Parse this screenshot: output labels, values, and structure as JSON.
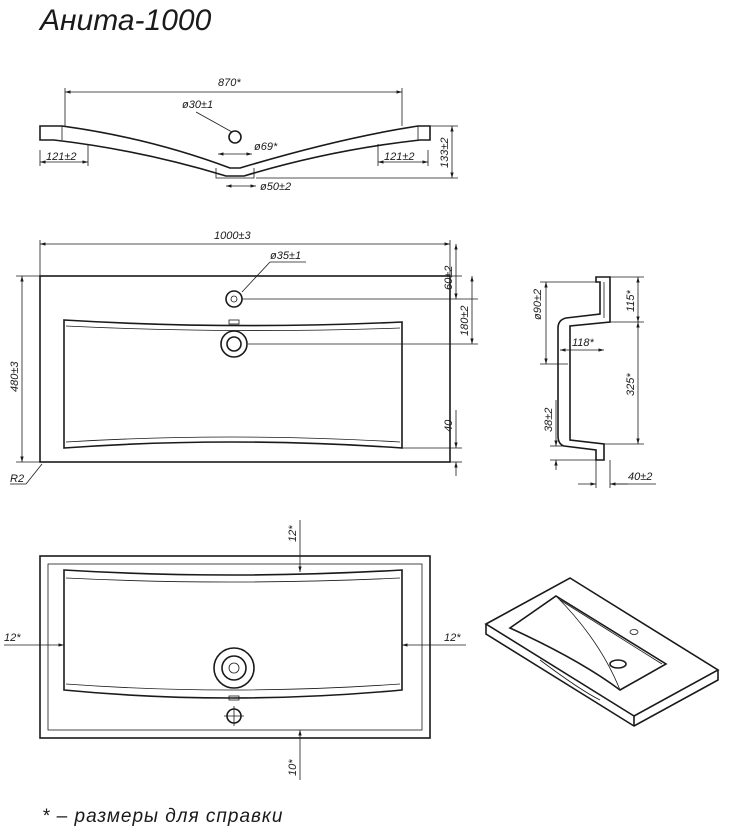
{
  "title": "Анита-1000",
  "footnote": "*  –  размеры для справки",
  "views": {
    "section": {
      "width": "870*",
      "hole_top": "ø30±1",
      "bowl": "ø69*",
      "drain": "ø50±2",
      "rim_left": "121±2",
      "rim_right": "121±2",
      "height": "133±2"
    },
    "plan": {
      "width": "1000±3",
      "faucet_hole": "ø35±1",
      "depth": "480±3",
      "top_offset": "60±2",
      "drain_offset": "180±2",
      "bottom_margin": "40",
      "radius": "R2"
    },
    "side": {
      "top_depth": "115*",
      "bowl_depth": "325*",
      "rim": "ø90±2",
      "inner": "118*",
      "bottom": "38±2",
      "base": "40±2"
    },
    "bottom_view": {
      "top": "12*",
      "left": "12*",
      "right": "12*",
      "bottom": "10*"
    }
  }
}
